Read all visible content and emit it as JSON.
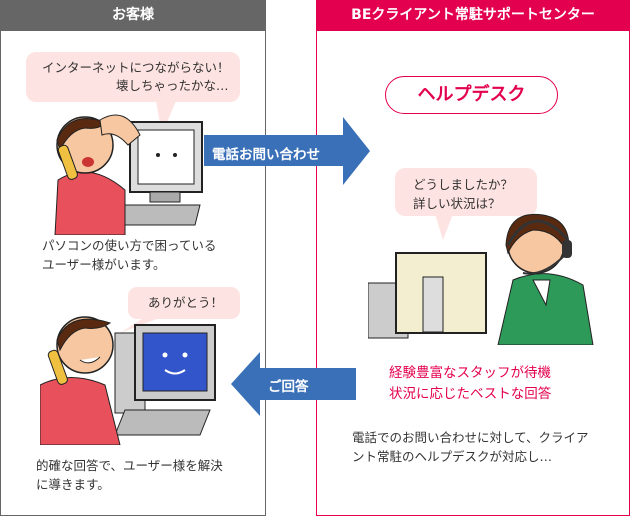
{
  "customer": {
    "header": "お客様",
    "bubble1": [
      "インターネットにつながらない！",
      "壊しちゃったかな…"
    ],
    "caption1": [
      "パソコンの使い方で困っている",
      "ユーザー様がいます。"
    ],
    "bubble2": "ありがとう！",
    "caption2": [
      "的確な回答で、ユーザー様を解決",
      "に導きます。"
    ]
  },
  "center": {
    "header": "BEクライアント常駐サポートセンター",
    "helpdesk_label": "ヘルプデスク",
    "bubble": [
      "どうしましたか？",
      "詳しい状況は？"
    ],
    "highlight": [
      "経験豊富なスタッフが待機",
      "状況に応じたベストな回答"
    ],
    "caption": [
      "電話でのお問い合わせに対して、クライア",
      "ント常駐のヘルプデスクが対応し…"
    ]
  },
  "arrows": {
    "inquiry": "電話お問い合わせ",
    "answer": "ご回答"
  },
  "colors": {
    "blue": "#3a70b8",
    "pink": "#e3004f",
    "gray": "#666666"
  }
}
